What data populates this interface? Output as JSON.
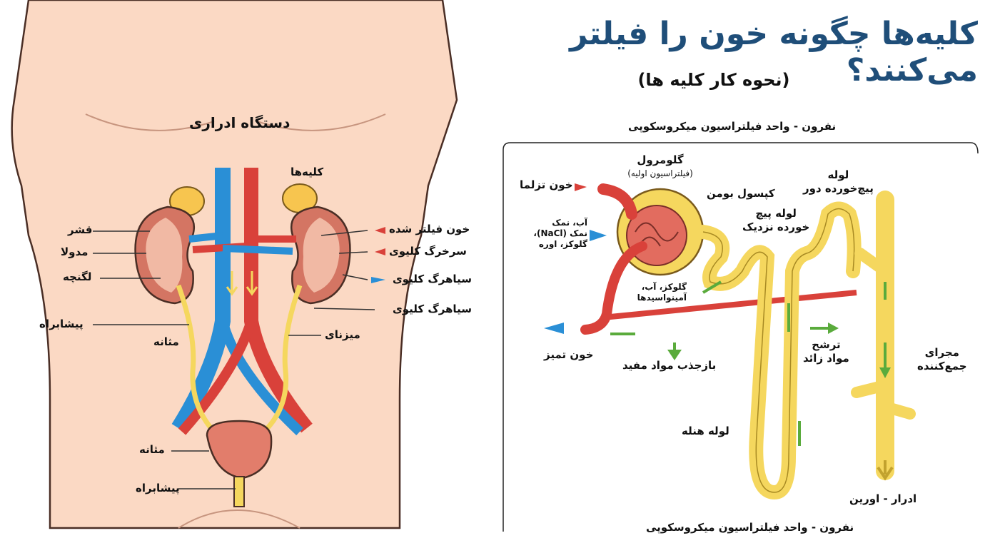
{
  "header": {
    "title": "کلیه‌ها چگونه خون را فیلتر می‌کنند؟",
    "subtitle": "(نحوه کار کلیه ها)"
  },
  "urinary_system": {
    "title": "دستگاه ادراری",
    "kidneys_label": "کلیه‌ها",
    "left_labels": {
      "cortex": "قشر",
      "medulla": "مدولا",
      "pelvis": "لگنچه",
      "urethra": "پیشابراه",
      "bladder_inner": "مثانه",
      "bladder": "مثانه",
      "urethra_bottom": "پیشابراه",
      "ureter": "میزنای"
    },
    "right_labels": {
      "filtered_blood": "خون فیلتر شده",
      "renal_artery": "سرخرگ کلیوی",
      "renal_vein_1": "سیاهرگ کلیوی",
      "renal_vein_2": "سیاهرگ کلیوی"
    }
  },
  "nephron": {
    "section_title": "نفرون - واحد فیلتراسیون میکروسکوپی",
    "bottom_caption": "نفرون - واحد فیلتراسیون میکروسکوپی",
    "glomerulus": "گلومرول",
    "glomerulus_note": "(فیلتراسیون اولیه)",
    "bowman": "کپسول بومن",
    "dirty_blood": "خون تزلما",
    "inputs": "آب، نمک\nنمک (NaCl)،\nگلوکز، اوره",
    "reabsorbed": "گلوکز، آب،\nآمینواسیدها",
    "pct": "لوله پیچ\nخورده نزدیک",
    "dct": "لوله\nپیچ‌خورده دور",
    "clean_blood": "خون تمیز",
    "reabsorption": "بازجذب مواد مفید",
    "secretion": "ترشح\nمواد زائد",
    "collecting_duct": "مجرای\nجمع‌کننده",
    "loop": "لوله هنله",
    "urine": "ادرار - اورین"
  },
  "colors": {
    "artery": "#d9413a",
    "vein": "#2a8fd6",
    "urine": "#f5d75e",
    "skin": "#fbd9c4",
    "title": "#1f4e79",
    "arrow_green": "#5aab3c"
  }
}
